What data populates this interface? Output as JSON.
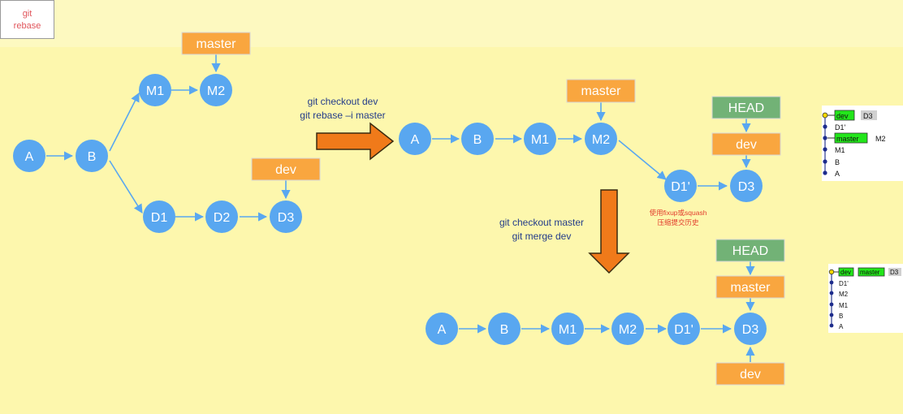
{
  "title": {
    "line1": "git",
    "line2": "rebase"
  },
  "commands": {
    "rebase_line1": "git checkout dev",
    "rebase_line2": "git rebase –i master",
    "merge_line1": "git checkout master",
    "merge_line2": "git merge dev"
  },
  "note": {
    "line1": "使用fixup或squash",
    "line2": "压缩提交历史"
  },
  "labels": {
    "master": "master",
    "dev": "dev",
    "head": "HEAD"
  },
  "commits": {
    "A": "A",
    "B": "B",
    "M1": "M1",
    "M2": "M2",
    "D1": "D1",
    "D2": "D2",
    "D3": "D3",
    "D1p": "D1'"
  },
  "panel1": {
    "branch_dev": "dev",
    "ref_d3": "D3",
    "commit_d1p": "D1'",
    "branch_master": "master",
    "ref_m2": "M2",
    "commit_m1": "M1",
    "commit_b": "B",
    "commit_a": "A"
  },
  "panel2": {
    "branch_dev": "dev",
    "branch_master": "master",
    "ref_d3": "D3",
    "commit_d1p": "D1'",
    "commit_m2": "M2",
    "commit_m1": "M1",
    "commit_b": "B",
    "commit_a": "A"
  },
  "colors": {
    "background": "#fdf7ad",
    "node": "#59a7f0",
    "branch_label": "#f9a63f",
    "head_label": "#72b276",
    "arrow": "#f07a1a",
    "command_text": "#233c8a",
    "note_text": "#e23b2c",
    "panel_branch": "#22e61a"
  }
}
